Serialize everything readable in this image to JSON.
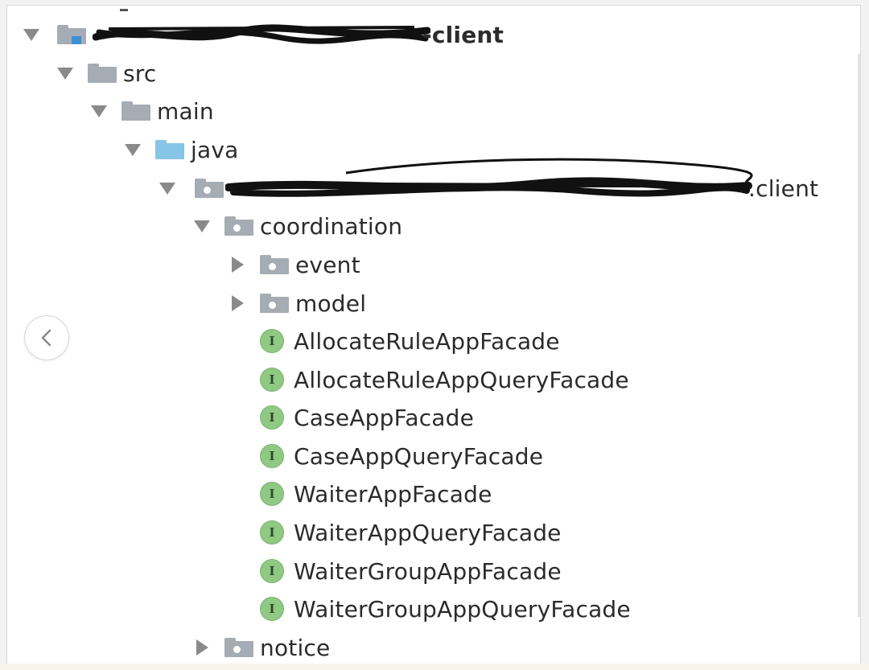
{
  "tree": {
    "root": {
      "label_suffix": "-client"
    },
    "src": {
      "label": "src"
    },
    "main": {
      "label": "main"
    },
    "java": {
      "label": "java"
    },
    "package": {
      "label_suffix": ".client"
    },
    "coordination": {
      "label": "coordination"
    },
    "event": {
      "label": "event"
    },
    "model": {
      "label": "model"
    },
    "interface_badge": "I",
    "facades": [
      "AllocateRuleAppFacade",
      "AllocateRuleAppQueryFacade",
      "CaseAppFacade",
      "CaseAppQueryFacade",
      "WaiterAppFacade",
      "WaiterAppQueryFacade",
      "WaiterGroupAppFacade",
      "WaiterGroupAppQueryFacade"
    ],
    "notice": {
      "label": "notice"
    }
  },
  "colors": {
    "folder_gray": "#a5acb3",
    "folder_blue": "#86c5e6",
    "interface_green": "#8fc983",
    "triangle": "#8a8a8a",
    "text": "#2b2b2b"
  },
  "icons": {
    "back": "chevron-left-icon",
    "expand": "triangle-down-icon",
    "collapse": "triangle-right-icon",
    "folder": "folder-icon",
    "package": "package-folder-icon",
    "source_root": "source-folder-icon",
    "interface": "interface-icon"
  }
}
